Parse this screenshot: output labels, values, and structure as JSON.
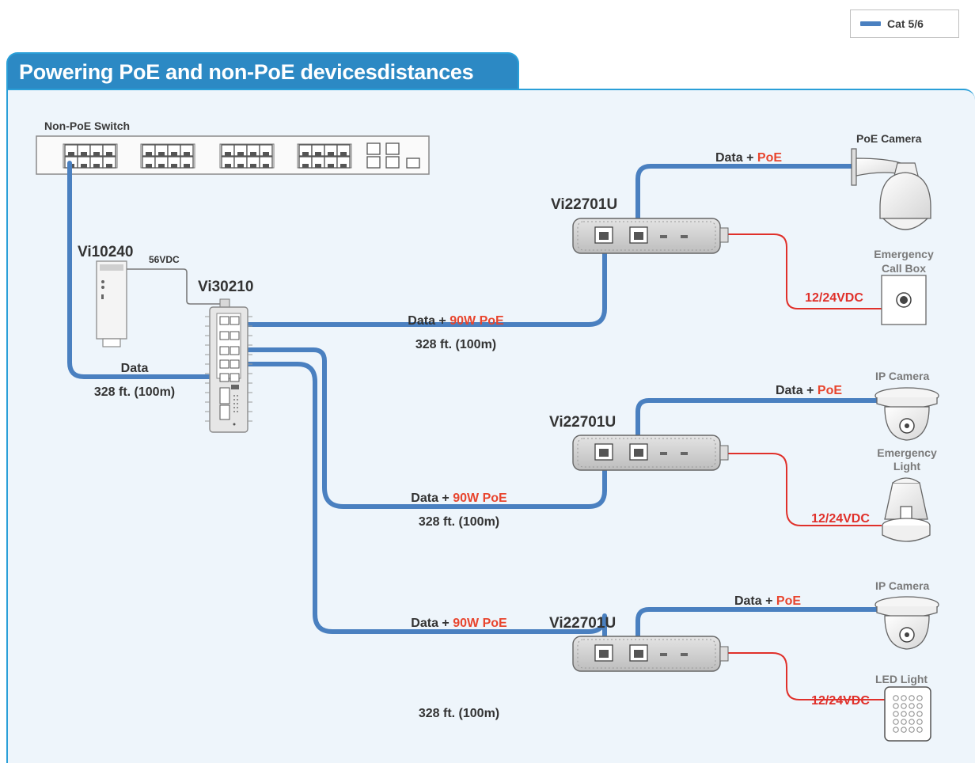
{
  "legend": {
    "label": "Cat 5/6",
    "color": "#4a80c0"
  },
  "title": "Powering PoE and non-PoE devicesdistances",
  "devices": {
    "switch_label": "Non-PoE Switch",
    "psu_label": "Vi10240",
    "psu_voltage": "56VDC",
    "industrial_switch_label": "Vi30210",
    "injector_label": "Vi22701U"
  },
  "uplink": {
    "label": "Data",
    "distance": "328 ft. (100m)"
  },
  "links": [
    {
      "prefix": "Data + ",
      "power": "90W PoE",
      "distance": "328 ft. (100m)"
    },
    {
      "prefix": "Data + ",
      "power": "90W PoE",
      "distance": "328 ft. (100m)"
    },
    {
      "prefix": "Data + ",
      "power": "90W PoE",
      "distance": "328 ft. (100m)"
    }
  ],
  "branches": [
    {
      "data_prefix": "Data + ",
      "data_power": "PoE",
      "dc_label": "12/24VDC",
      "poe_device": "PoE Camera",
      "dc_device_line1": "Emergency",
      "dc_device_line2": "Call Box"
    },
    {
      "data_prefix": "Data + ",
      "data_power": "PoE",
      "dc_label": "12/24VDC",
      "poe_device": "IP Camera",
      "dc_device_line1": "Emergency",
      "dc_device_line2": "Light"
    },
    {
      "data_prefix": "Data + ",
      "data_power": "PoE",
      "dc_label": "12/24VDC",
      "poe_device": "IP Camera",
      "dc_device_line1": "LED Light",
      "dc_device_line2": ""
    }
  ],
  "colors": {
    "cable": "#4a80c0",
    "dc_wire": "#e0302a",
    "accent": "#e8452e",
    "title_bg": "#2c89c4",
    "panel_bg": "#eef5fb"
  }
}
